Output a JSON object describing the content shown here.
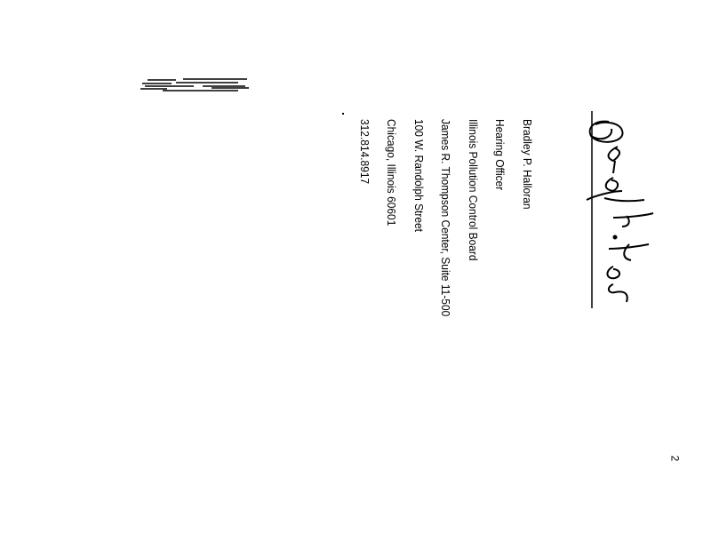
{
  "signature_block": {
    "name": "Bradley P. Halloran",
    "title": "Hearing Officer",
    "organization": "Illinois Pollution Control Board",
    "building": "James R. Thompson Center, Suite 11-500",
    "street": "100 W. Randolph Street",
    "city": "Chicago, Illinois 60601",
    "phone": "312.814.8917"
  },
  "signature_text": "Bradley P. Halloran",
  "page_number": "2"
}
